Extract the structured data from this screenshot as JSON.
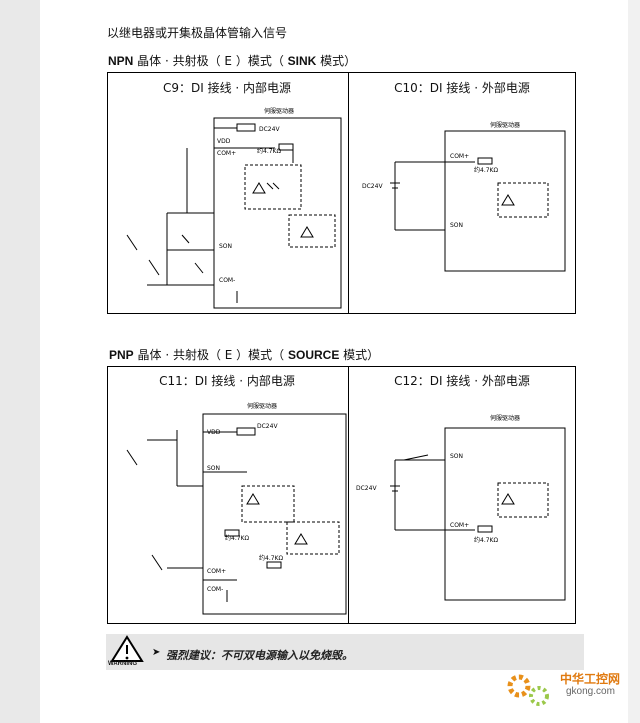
{
  "intro": "以继电器或开集极晶体管输入信号",
  "npn_section": {
    "bold1": "NPN",
    "text": " 晶体 · 共射极（ E ）模式（ ",
    "bold2": "SINK",
    "text2": " 模式）"
  },
  "pnp_section": {
    "bold1": "PNP",
    "text": " 晶体 · 共射极（ E ）模式（ ",
    "bold2": "SOURCE",
    "text2": " 模式）"
  },
  "panels": {
    "c9": {
      "title": "C9：DI 接线 · 内部电源",
      "drive": "伺服驱动器",
      "vdd": "VDD",
      "dc24": "DC24V",
      "com_plus": "COM+",
      "res": "约4.7KΩ",
      "son": "SON",
      "com_minus": "COM-"
    },
    "c10": {
      "title": "C10：DI 接线 · 外部电源",
      "drive": "伺服驱动器",
      "com_plus": "COM+",
      "res": "约4.7KΩ",
      "dc24": "DC24V",
      "son": "SON"
    },
    "c11": {
      "title": "C11：DI 接线 · 内部电源",
      "drive": "伺服驱动器",
      "vdd": "VDD",
      "dc24": "DC24V",
      "son": "SON",
      "res1": "约4.7KΩ",
      "res2": "约4.7KΩ",
      "com_plus": "COM+",
      "com_minus": "COM-"
    },
    "c12": {
      "title": "C12：DI 接线 · 外部电源",
      "drive": "伺服驱动器",
      "son": "SON",
      "dc24": "DC24V",
      "com_plus": "COM+",
      "res": "约4.7KΩ"
    }
  },
  "warning": {
    "label": "WARNING",
    "text": "强烈建议：不可双电源输入以免烧毁。"
  },
  "watermark": {
    "site": "中华工控网",
    "url": "gkong.com"
  }
}
